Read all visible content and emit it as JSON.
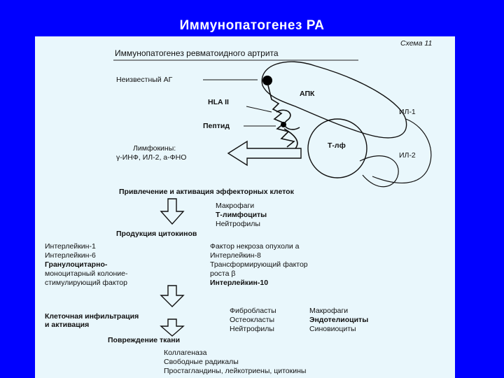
{
  "slide": {
    "title": "Иммунопатогенез РА"
  },
  "scheme": {
    "number": "Схема 11",
    "title": "Иммунопатогенез ревматоидного артрита",
    "labels": {
      "antigen": "Неизвестный АГ",
      "apc": "АПК",
      "hla": "HLA II",
      "peptide": "Пептид",
      "tcell": "Т-лф",
      "il1": "ИЛ-1",
      "il2": "ИЛ-2",
      "lymphokines_line1": "Лимфокины:",
      "lymphokines_line2": "γ-ИНФ, ИЛ-2, а-ФНО"
    },
    "stage1": {
      "heading": "Привлечение и активация эффекторных клеток",
      "cells": [
        "Макрофаги",
        "Т-лимфоциты",
        "Нейтрофилы"
      ]
    },
    "stage2": {
      "heading": "Продукция цитокинов",
      "left": [
        "Интерлейкин-1",
        "Интерлейкин-6",
        "Гранулоцитарно-",
        "моноцитарный колоние-",
        "стимулирующий фактор"
      ],
      "right": [
        "Фактор некроза опухоли a",
        "Интерлейкин-8",
        "Трансформирующий фактор",
        "роста β",
        "Интерлейкин-10"
      ]
    },
    "stage3": {
      "heading_line1": "Клеточная инфильтрация",
      "heading_line2": "и активация",
      "col1": [
        "Фибробласты",
        "Остеокласты",
        "Нейтрофилы"
      ],
      "col2": [
        "Макрофаги",
        "Эндотелиоциты",
        "Синовиоциты"
      ]
    },
    "stage4": {
      "heading": "Повреждение ткани",
      "items": [
        "Коллагеназа",
        "Свободные радикалы",
        "Простагландины, лейкотриены, цитокины"
      ]
    }
  }
}
